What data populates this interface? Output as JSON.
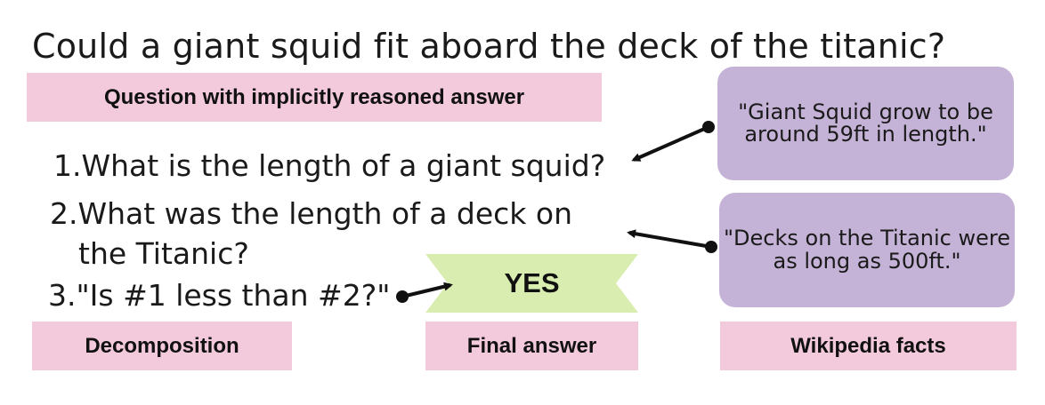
{
  "question": "Could a giant squid fit aboard the deck of the titanic?",
  "labels": {
    "question_type": "Question with implicitly reasoned answer",
    "decomposition": "Decomposition",
    "final_answer": "Final answer",
    "wikipedia_facts": "Wikipedia facts"
  },
  "steps": [
    {
      "text": "1.What is the length of a giant squid?"
    },
    {
      "text": "2.What was the length of a deck on",
      "continuation": "the Titanic?"
    },
    {
      "text": "3.\"Is #1 less than #2?\""
    }
  ],
  "answer": "YES",
  "facts": [
    {
      "text": "\"Giant Squid grow to be around 59ft in length.\""
    },
    {
      "text": "\"Decks on the Titanic were as long as 500ft.\""
    }
  ],
  "colors": {
    "tag_background": "#f3c9dc",
    "fact_background": "#c5b3d7",
    "answer_ribbon": "#d9edb0",
    "arrow": "#111111"
  }
}
